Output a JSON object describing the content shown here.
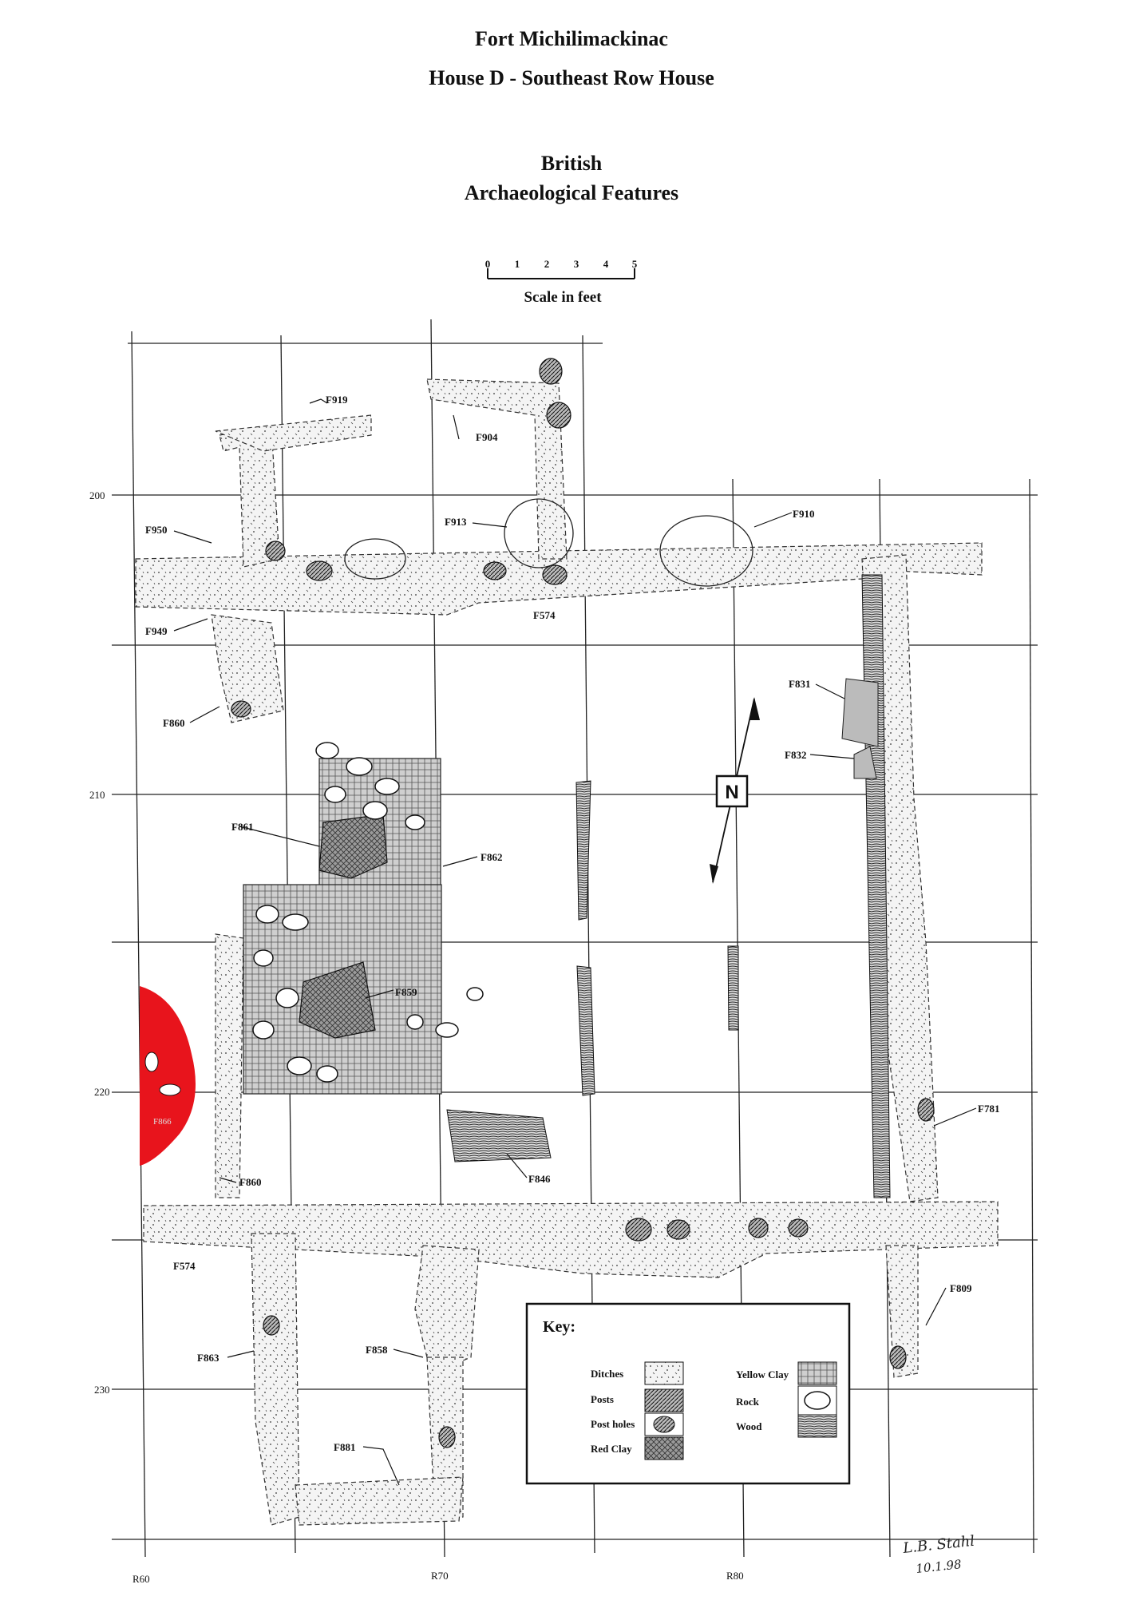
{
  "header": {
    "site": "Fort Michilimackinac",
    "house": "House D - Southeast Row House",
    "period": "British",
    "subject": "Archaeological Features"
  },
  "scale": {
    "ticks": [
      "0",
      "1",
      "2",
      "3",
      "4",
      "5"
    ],
    "label": "Scale in feet"
  },
  "grid": {
    "row_labels": [
      "200",
      "210",
      "220",
      "230"
    ],
    "col_labels": [
      "R60",
      "R70",
      "R80"
    ]
  },
  "north": "N",
  "features": {
    "f919": "F919",
    "f904": "F904",
    "f913": "F913",
    "f910": "F910",
    "f950": "F950",
    "f949": "F949",
    "f574_top": "F574",
    "f860_top": "F860",
    "f831": "F831",
    "f832": "F832",
    "f861": "F861",
    "f862": "F862",
    "f859": "F859",
    "f866": "F866",
    "f860_mid": "F860",
    "f846": "F846",
    "f781": "F781",
    "f574_bot": "F574",
    "f809": "F809",
    "f863": "F863",
    "f858": "F858",
    "f881": "F881"
  },
  "key": {
    "title": "Key:",
    "items": [
      "Ditches",
      "Posts",
      "Post holes",
      "Red Clay",
      "Yellow Clay",
      "Rock",
      "Wood"
    ]
  },
  "signature": {
    "name": "L.B. Stahl",
    "date": "10.1.98"
  },
  "colors": {
    "highlight": "#e8141c",
    "ink": "#111111",
    "ditch": "#f3f3f3"
  }
}
